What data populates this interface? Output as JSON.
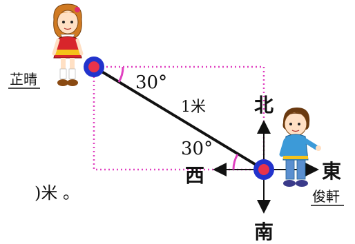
{
  "labels": {
    "girl_name": "芷晴",
    "boy_name": "俊軒",
    "angle_top": "30°",
    "angle_bottom": "30°",
    "distance": "1米",
    "north": "北",
    "south": "南",
    "east": "東",
    "west": "西",
    "answer_tail": ")米 。"
  },
  "colors": {
    "dot_outer": "#2233cc",
    "dot_inner": "#e8334a",
    "dotted_rect": "#e040c0",
    "angle_arc": "#e040c0",
    "line": "#111111"
  }
}
